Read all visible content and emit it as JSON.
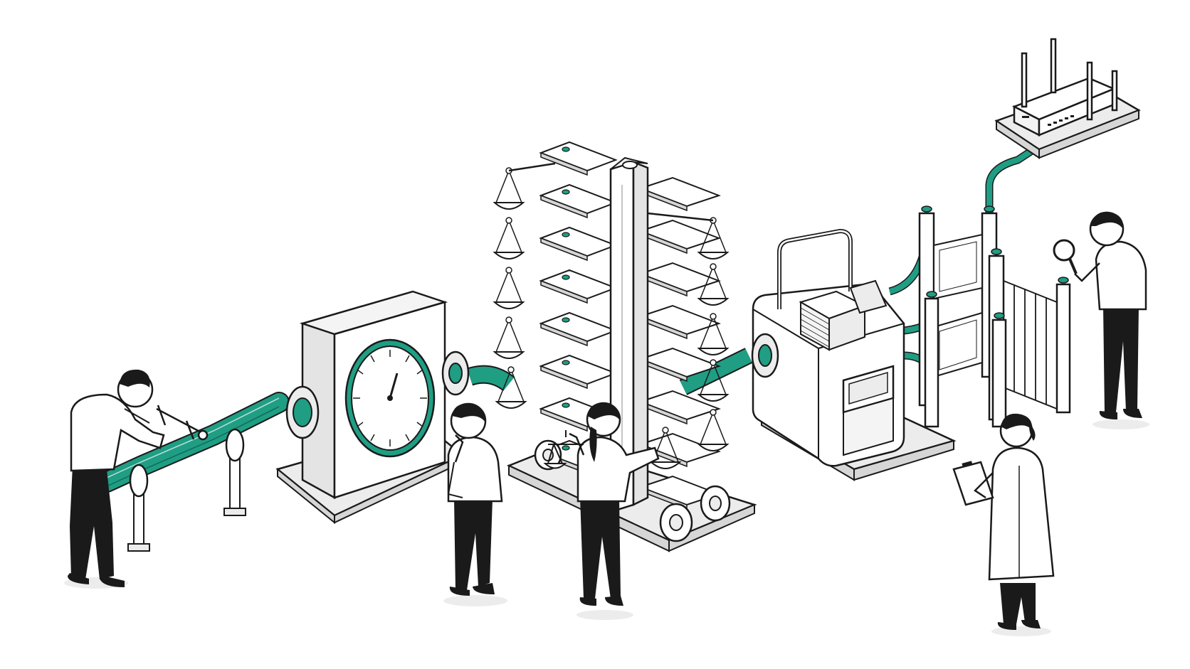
{
  "palette": {
    "ink": "#1a1a1a",
    "accent": "#1f9e84",
    "paper": "#ffffff",
    "shade": "#ececec",
    "mid": "#d6d6d6"
  },
  "illustration": {
    "figures": [
      "person-with-calipers",
      "person-thinking",
      "woman-weighing",
      "scientist-with-clipboard",
      "person-with-magnifier"
    ],
    "stations": [
      "cable",
      "gauge-box",
      "scale-tower",
      "processing-unit",
      "turnstile-gates",
      "router"
    ]
  }
}
